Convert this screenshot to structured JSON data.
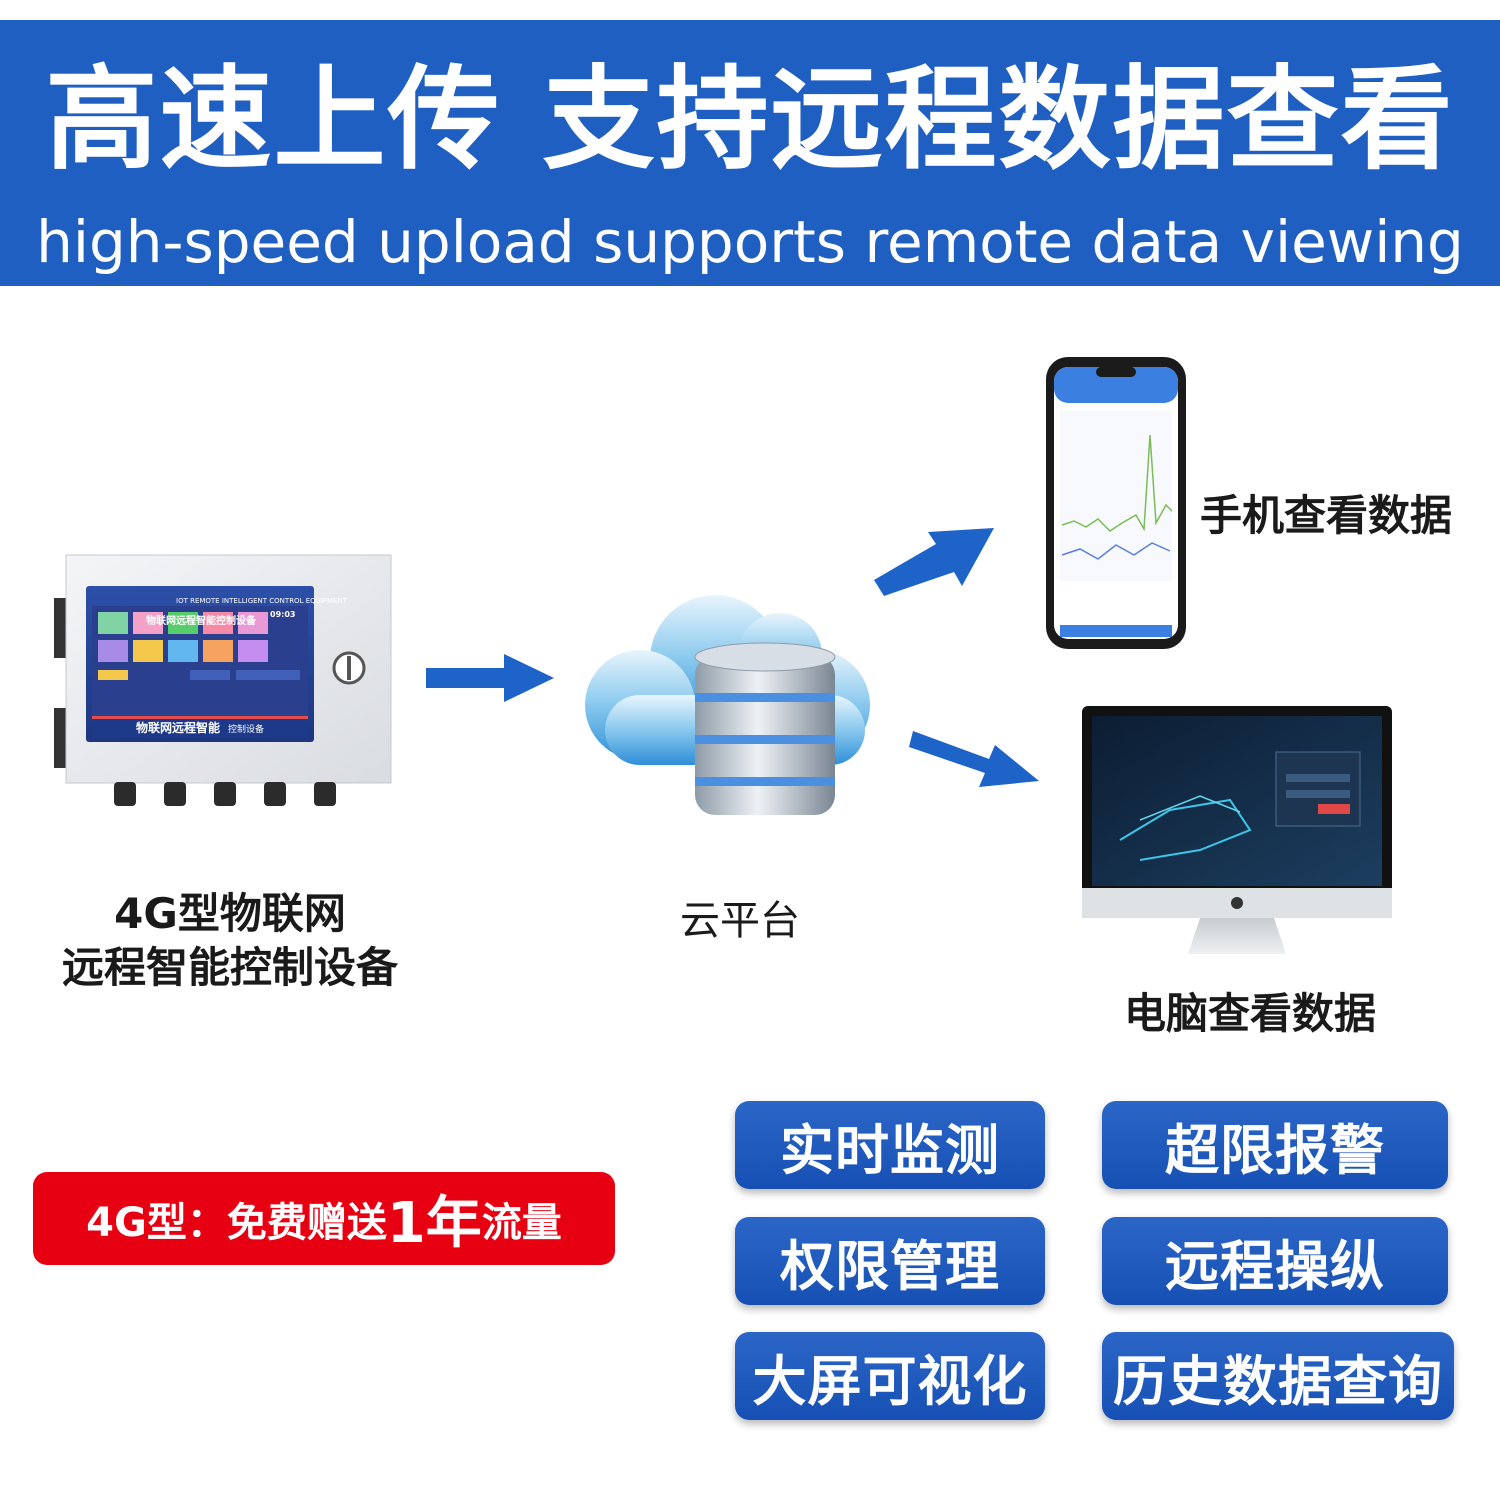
{
  "banner": {
    "title": "高速上传 支持远程数据查看",
    "subtitle": "high-speed upload supports remote data viewing"
  },
  "device": {
    "caption_line1": "4G型物联网",
    "caption_line2": "远程智能控制设备",
    "screen_header": "IOT REMOTE INTELLIGENT CONTROL EQUIPMENT",
    "screen_title": "物联网远程智能控制设备",
    "screen_time": "09:03",
    "screen_footer": "物联网远程智能",
    "screen_footer_small": "控制设备"
  },
  "cloud": {
    "caption": "云平台"
  },
  "phone": {
    "caption": "手机查看数据"
  },
  "computer": {
    "caption": "电脑查看数据"
  },
  "plan": {
    "prefix": "4G型：免费赠送",
    "highlight": "1年",
    "suffix": "流量"
  },
  "features": [
    {
      "label": "实时监测"
    },
    {
      "label": "超限报警"
    },
    {
      "label": "权限管理"
    },
    {
      "label": "远程操纵"
    },
    {
      "label": "大屏可视化"
    },
    {
      "label": "历史数据查询"
    }
  ],
  "colors": {
    "brand_blue": "#1f5fc1",
    "arrow_blue": "#1e63c8",
    "badge_red": "#e60012"
  }
}
